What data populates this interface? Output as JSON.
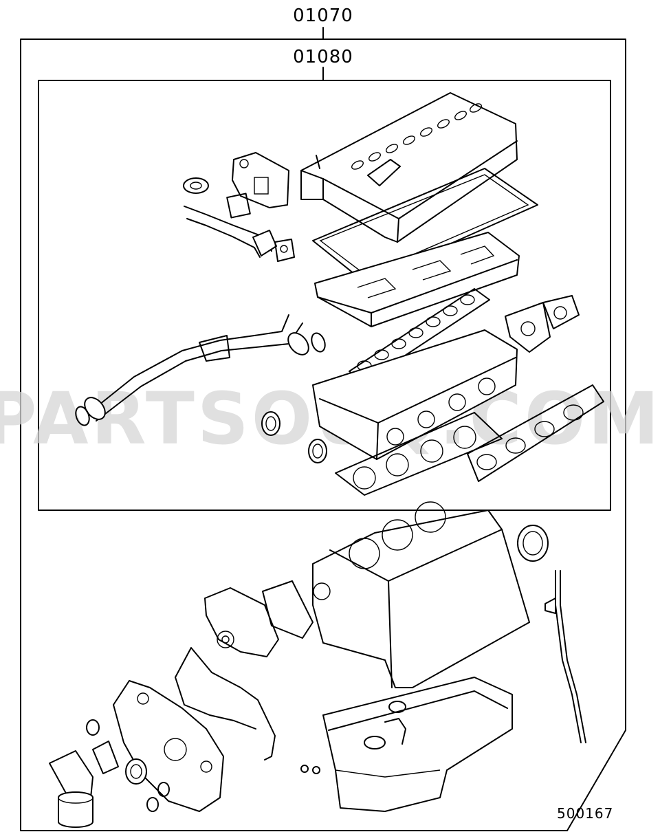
{
  "callouts": {
    "outer_part_no": "01070",
    "inner_part_no": "01080"
  },
  "figure_ref": "500167",
  "watermark": "PARTSOUQ.COM",
  "colors": {
    "line": "#000000",
    "background": "#ffffff",
    "watermark": "#d6d6d6"
  }
}
